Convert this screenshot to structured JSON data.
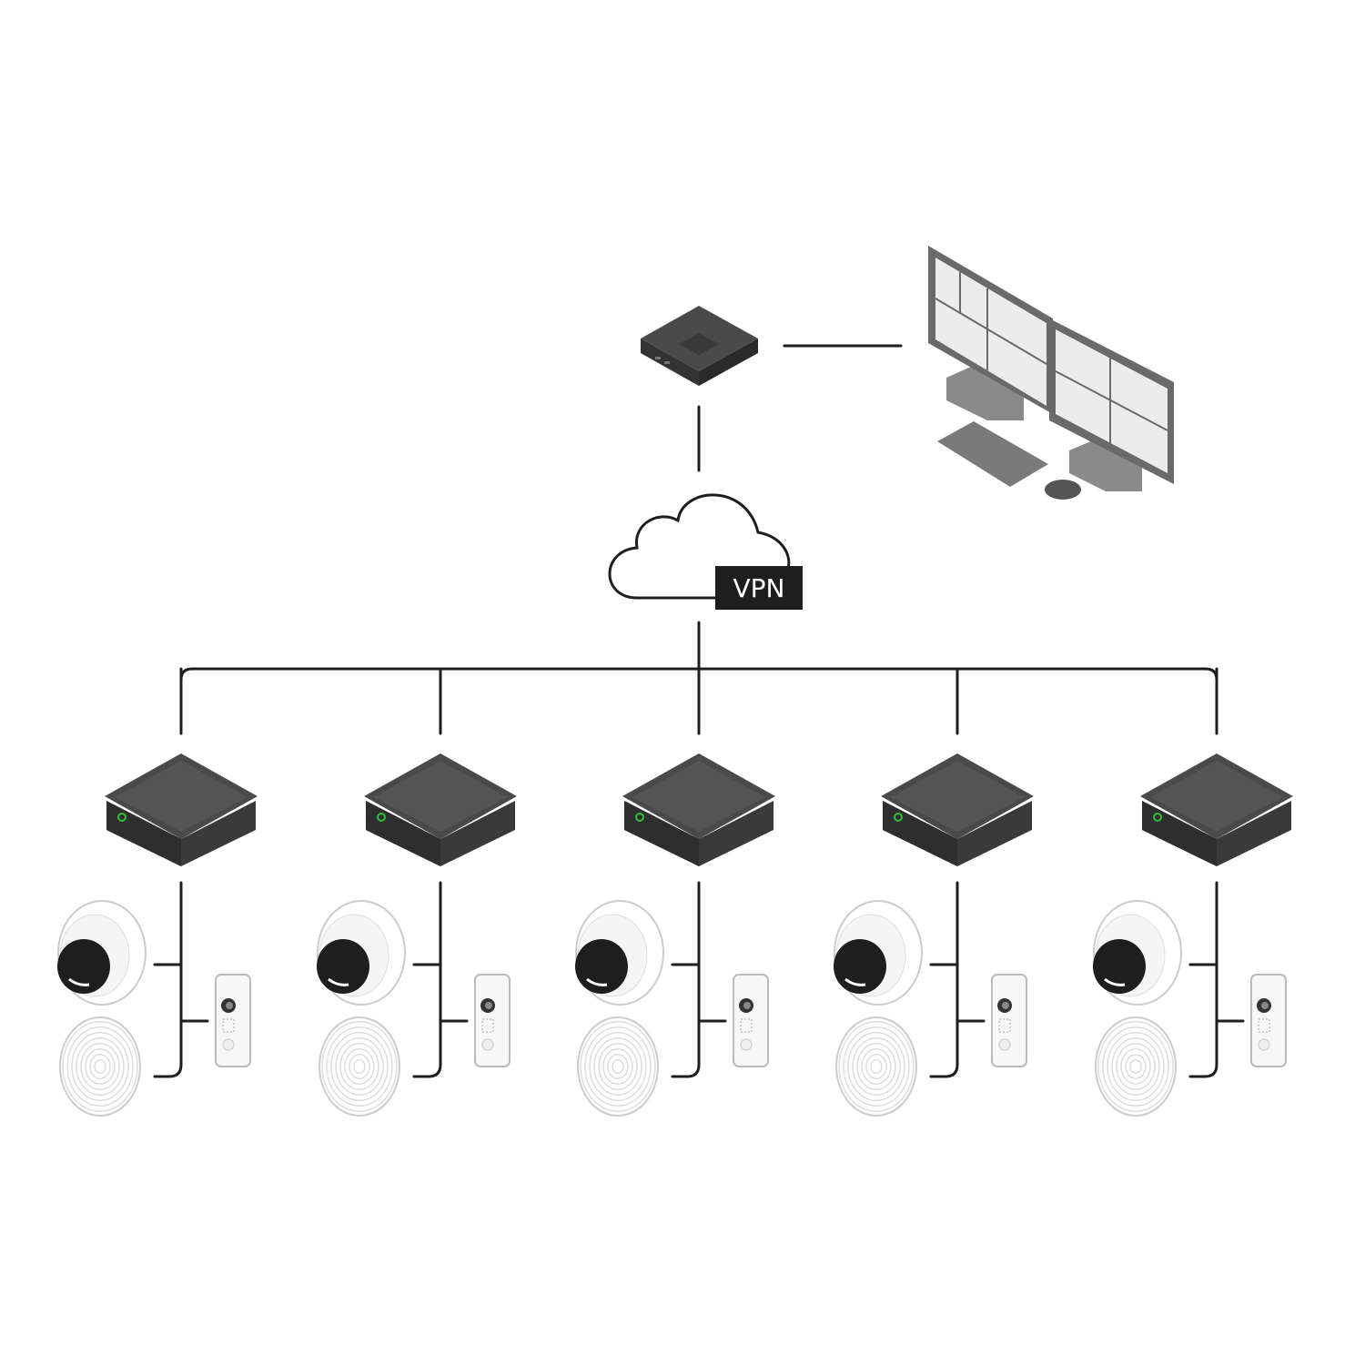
{
  "diagram": {
    "title": "",
    "central": {
      "server": "server-icon",
      "workstation": "dual-monitor-workstation-icon",
      "cloud": "cloud-icon",
      "vpn_label": "VPN"
    },
    "sites": [
      {
        "recorder": "recorder-icon",
        "devices": [
          "dome-camera",
          "speaker",
          "door-intercom"
        ]
      },
      {
        "recorder": "recorder-icon",
        "devices": [
          "dome-camera",
          "speaker",
          "door-intercom"
        ]
      },
      {
        "recorder": "recorder-icon",
        "devices": [
          "dome-camera",
          "speaker",
          "door-intercom"
        ]
      },
      {
        "recorder": "recorder-icon",
        "devices": [
          "dome-camera",
          "speaker",
          "door-intercom"
        ]
      },
      {
        "recorder": "recorder-icon",
        "devices": [
          "dome-camera",
          "speaker",
          "door-intercom"
        ]
      }
    ],
    "colors": {
      "line": "#1e1e1e",
      "device_dark": "#3a3a3a",
      "led": "#2fbf3a",
      "monitor": "#6e6e6e",
      "screen": "#ececec"
    }
  }
}
